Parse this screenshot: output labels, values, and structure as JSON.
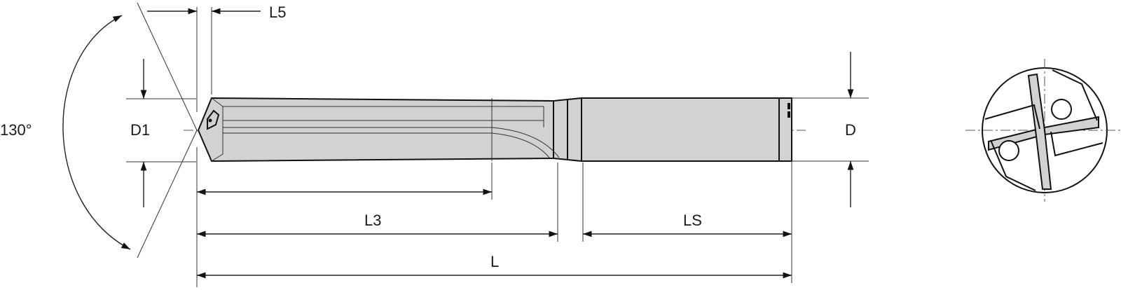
{
  "labels": {
    "l5": "L5",
    "angle": "130°",
    "d1": "D1",
    "d": "D",
    "l3": "L3",
    "ls": "LS",
    "l": "L"
  },
  "colors": {
    "body": "#d2d2d2",
    "outline": "#111111",
    "background": "#ffffff"
  }
}
